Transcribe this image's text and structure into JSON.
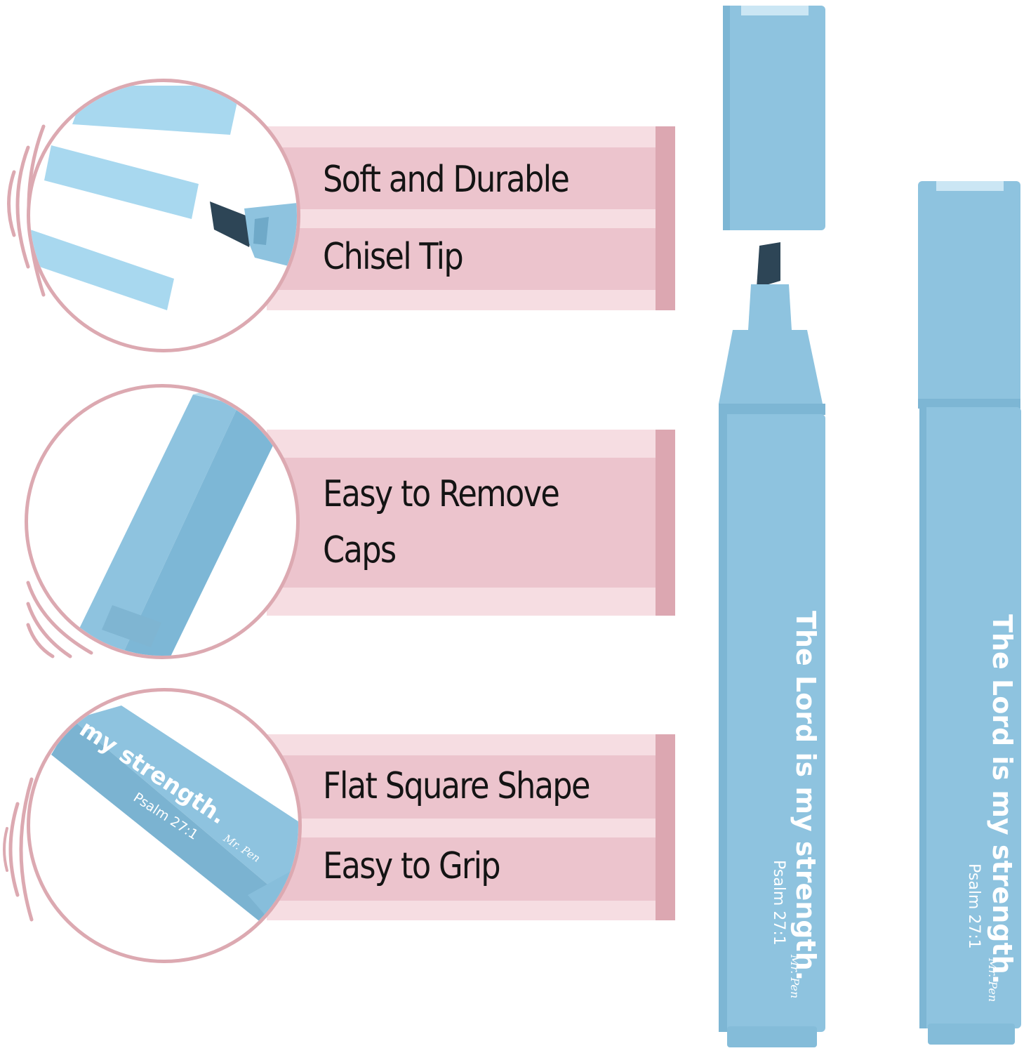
{
  "features": [
    {
      "line1": "Soft and Durable",
      "line2": "Chisel Tip"
    },
    {
      "line1": "Easy to Remove",
      "line2": "Caps"
    },
    {
      "line1": "Flat Square Shape",
      "line2": "Easy to Grip"
    }
  ],
  "pens": {
    "verse": "The Lord is my strength.",
    "reference": "Psalm 27:1",
    "brand": "Mr. Pen"
  },
  "closeup": {
    "verse_part": "my strength.",
    "reference": "Psalm 27:1",
    "brand": "Mr. Pen"
  },
  "colors": {
    "pen_blue": "#8ec3df",
    "pen_shade": "#6fa9c8",
    "accent_pink": "#dca7b1",
    "banner_light": "#f6dde2",
    "banner_band": "#ecc4cd"
  }
}
